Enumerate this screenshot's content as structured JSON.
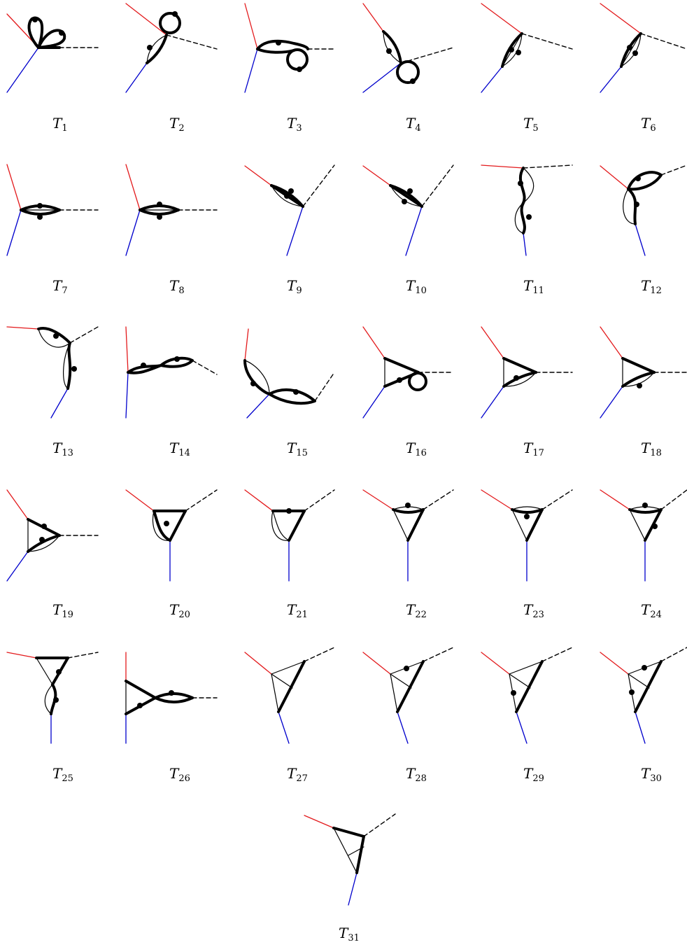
{
  "diagrams": [
    {
      "letter": "T",
      "index": "1"
    },
    {
      "letter": "T",
      "index": "2"
    },
    {
      "letter": "T",
      "index": "3"
    },
    {
      "letter": "T",
      "index": "4"
    },
    {
      "letter": "T",
      "index": "5"
    },
    {
      "letter": "T",
      "index": "6"
    },
    {
      "letter": "T",
      "index": "7"
    },
    {
      "letter": "T",
      "index": "8"
    },
    {
      "letter": "T",
      "index": "9"
    },
    {
      "letter": "T",
      "index": "10"
    },
    {
      "letter": "T",
      "index": "11"
    },
    {
      "letter": "T",
      "index": "12"
    },
    {
      "letter": "T",
      "index": "13"
    },
    {
      "letter": "T",
      "index": "14"
    },
    {
      "letter": "T",
      "index": "15"
    },
    {
      "letter": "T",
      "index": "16"
    },
    {
      "letter": "T",
      "index": "17"
    },
    {
      "letter": "T",
      "index": "18"
    },
    {
      "letter": "T",
      "index": "19"
    },
    {
      "letter": "T",
      "index": "20"
    },
    {
      "letter": "T",
      "index": "21"
    },
    {
      "letter": "T",
      "index": "22"
    },
    {
      "letter": "T",
      "index": "23"
    },
    {
      "letter": "T",
      "index": "24"
    },
    {
      "letter": "T",
      "index": "25"
    },
    {
      "letter": "T",
      "index": "26"
    },
    {
      "letter": "T",
      "index": "27"
    },
    {
      "letter": "T",
      "index": "28"
    },
    {
      "letter": "T",
      "index": "29"
    },
    {
      "letter": "T",
      "index": "30"
    },
    {
      "letter": "T",
      "index": "31"
    }
  ],
  "colors": {
    "red_leg": "#e31a1c",
    "blue_leg": "#0000cc",
    "line": "#000000"
  }
}
